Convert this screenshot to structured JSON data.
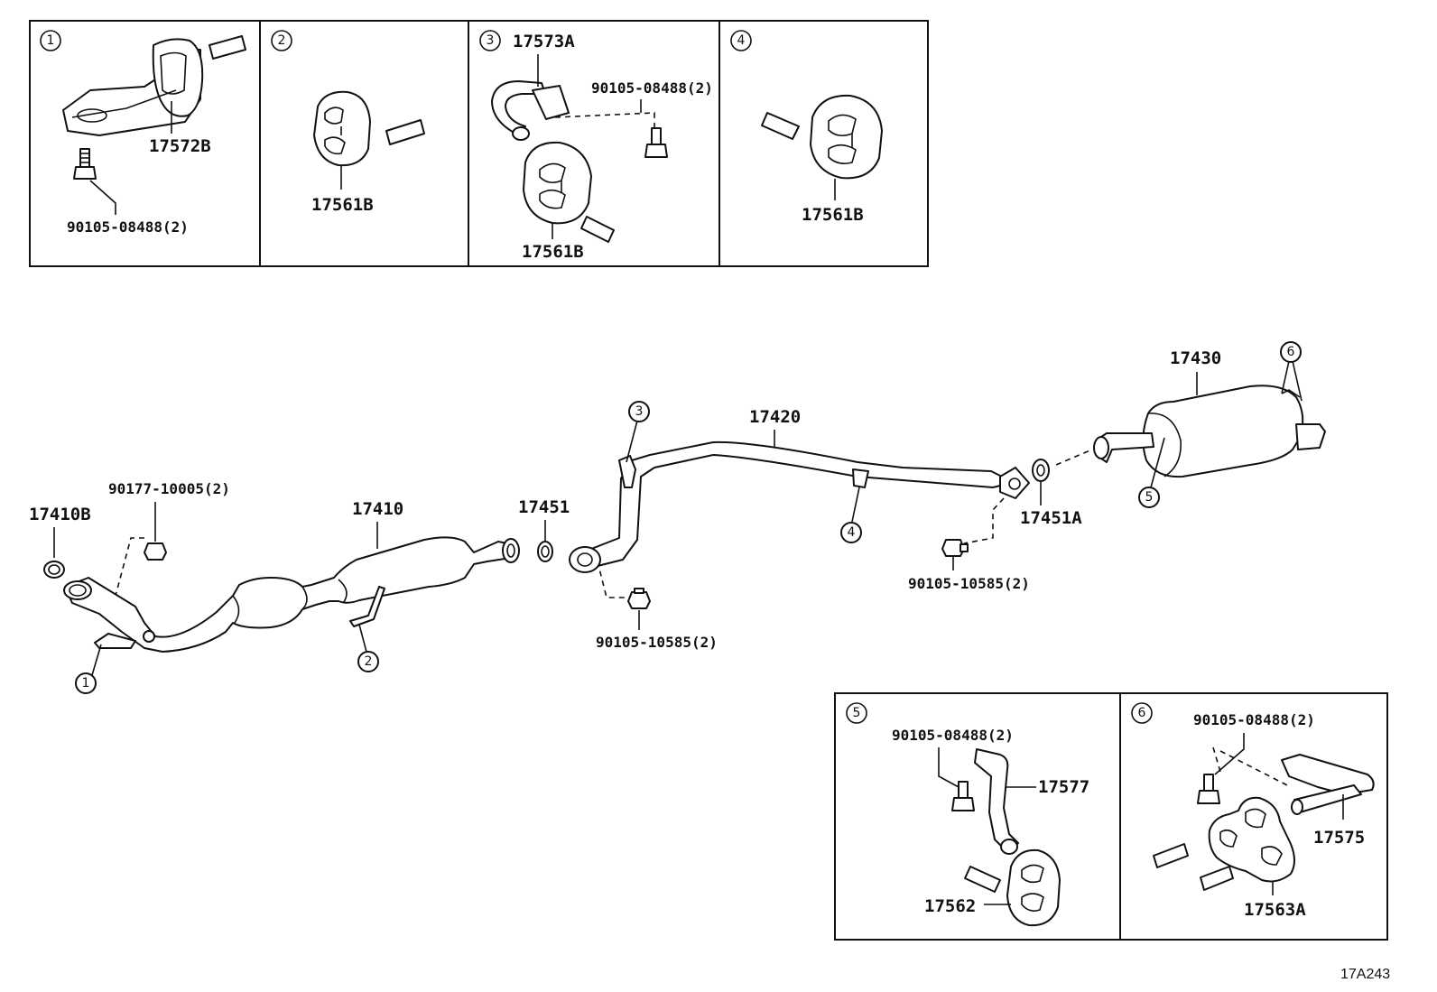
{
  "insets": {
    "inset1": {
      "num": "1",
      "parts": {
        "bracket": "17572B",
        "bolt": "90105-08488(2)"
      }
    },
    "inset2": {
      "num": "2",
      "parts": {
        "hanger": "17561B"
      }
    },
    "inset3": {
      "num": "3",
      "parts": {
        "bracket": "17573A",
        "bolt": "90105-08488(2)",
        "hanger": "17561B"
      }
    },
    "inset4": {
      "num": "4",
      "parts": {
        "hanger": "17561B"
      }
    },
    "inset5": {
      "num": "5",
      "parts": {
        "bolt": "90105-08488(2)",
        "bracket": "17577",
        "hanger": "17562"
      }
    },
    "inset6": {
      "num": "6",
      "parts": {
        "bolt": "90105-08488(2)",
        "bracket": "17575",
        "hanger": "17563A"
      }
    }
  },
  "main": {
    "gasket_front": "17410B",
    "nut": "90177-10005(2)",
    "front_pipe": "17410",
    "gasket_center": "17451",
    "bolt_center": "90105-10585(2)",
    "center_pipe": "17420",
    "gasket_rear": "17451A",
    "bolt_rear": "90105-10585(2)",
    "muffler": "17430",
    "callouts": [
      "1",
      "2",
      "3",
      "4",
      "5",
      "6"
    ]
  },
  "diagram_ref": "17A243"
}
